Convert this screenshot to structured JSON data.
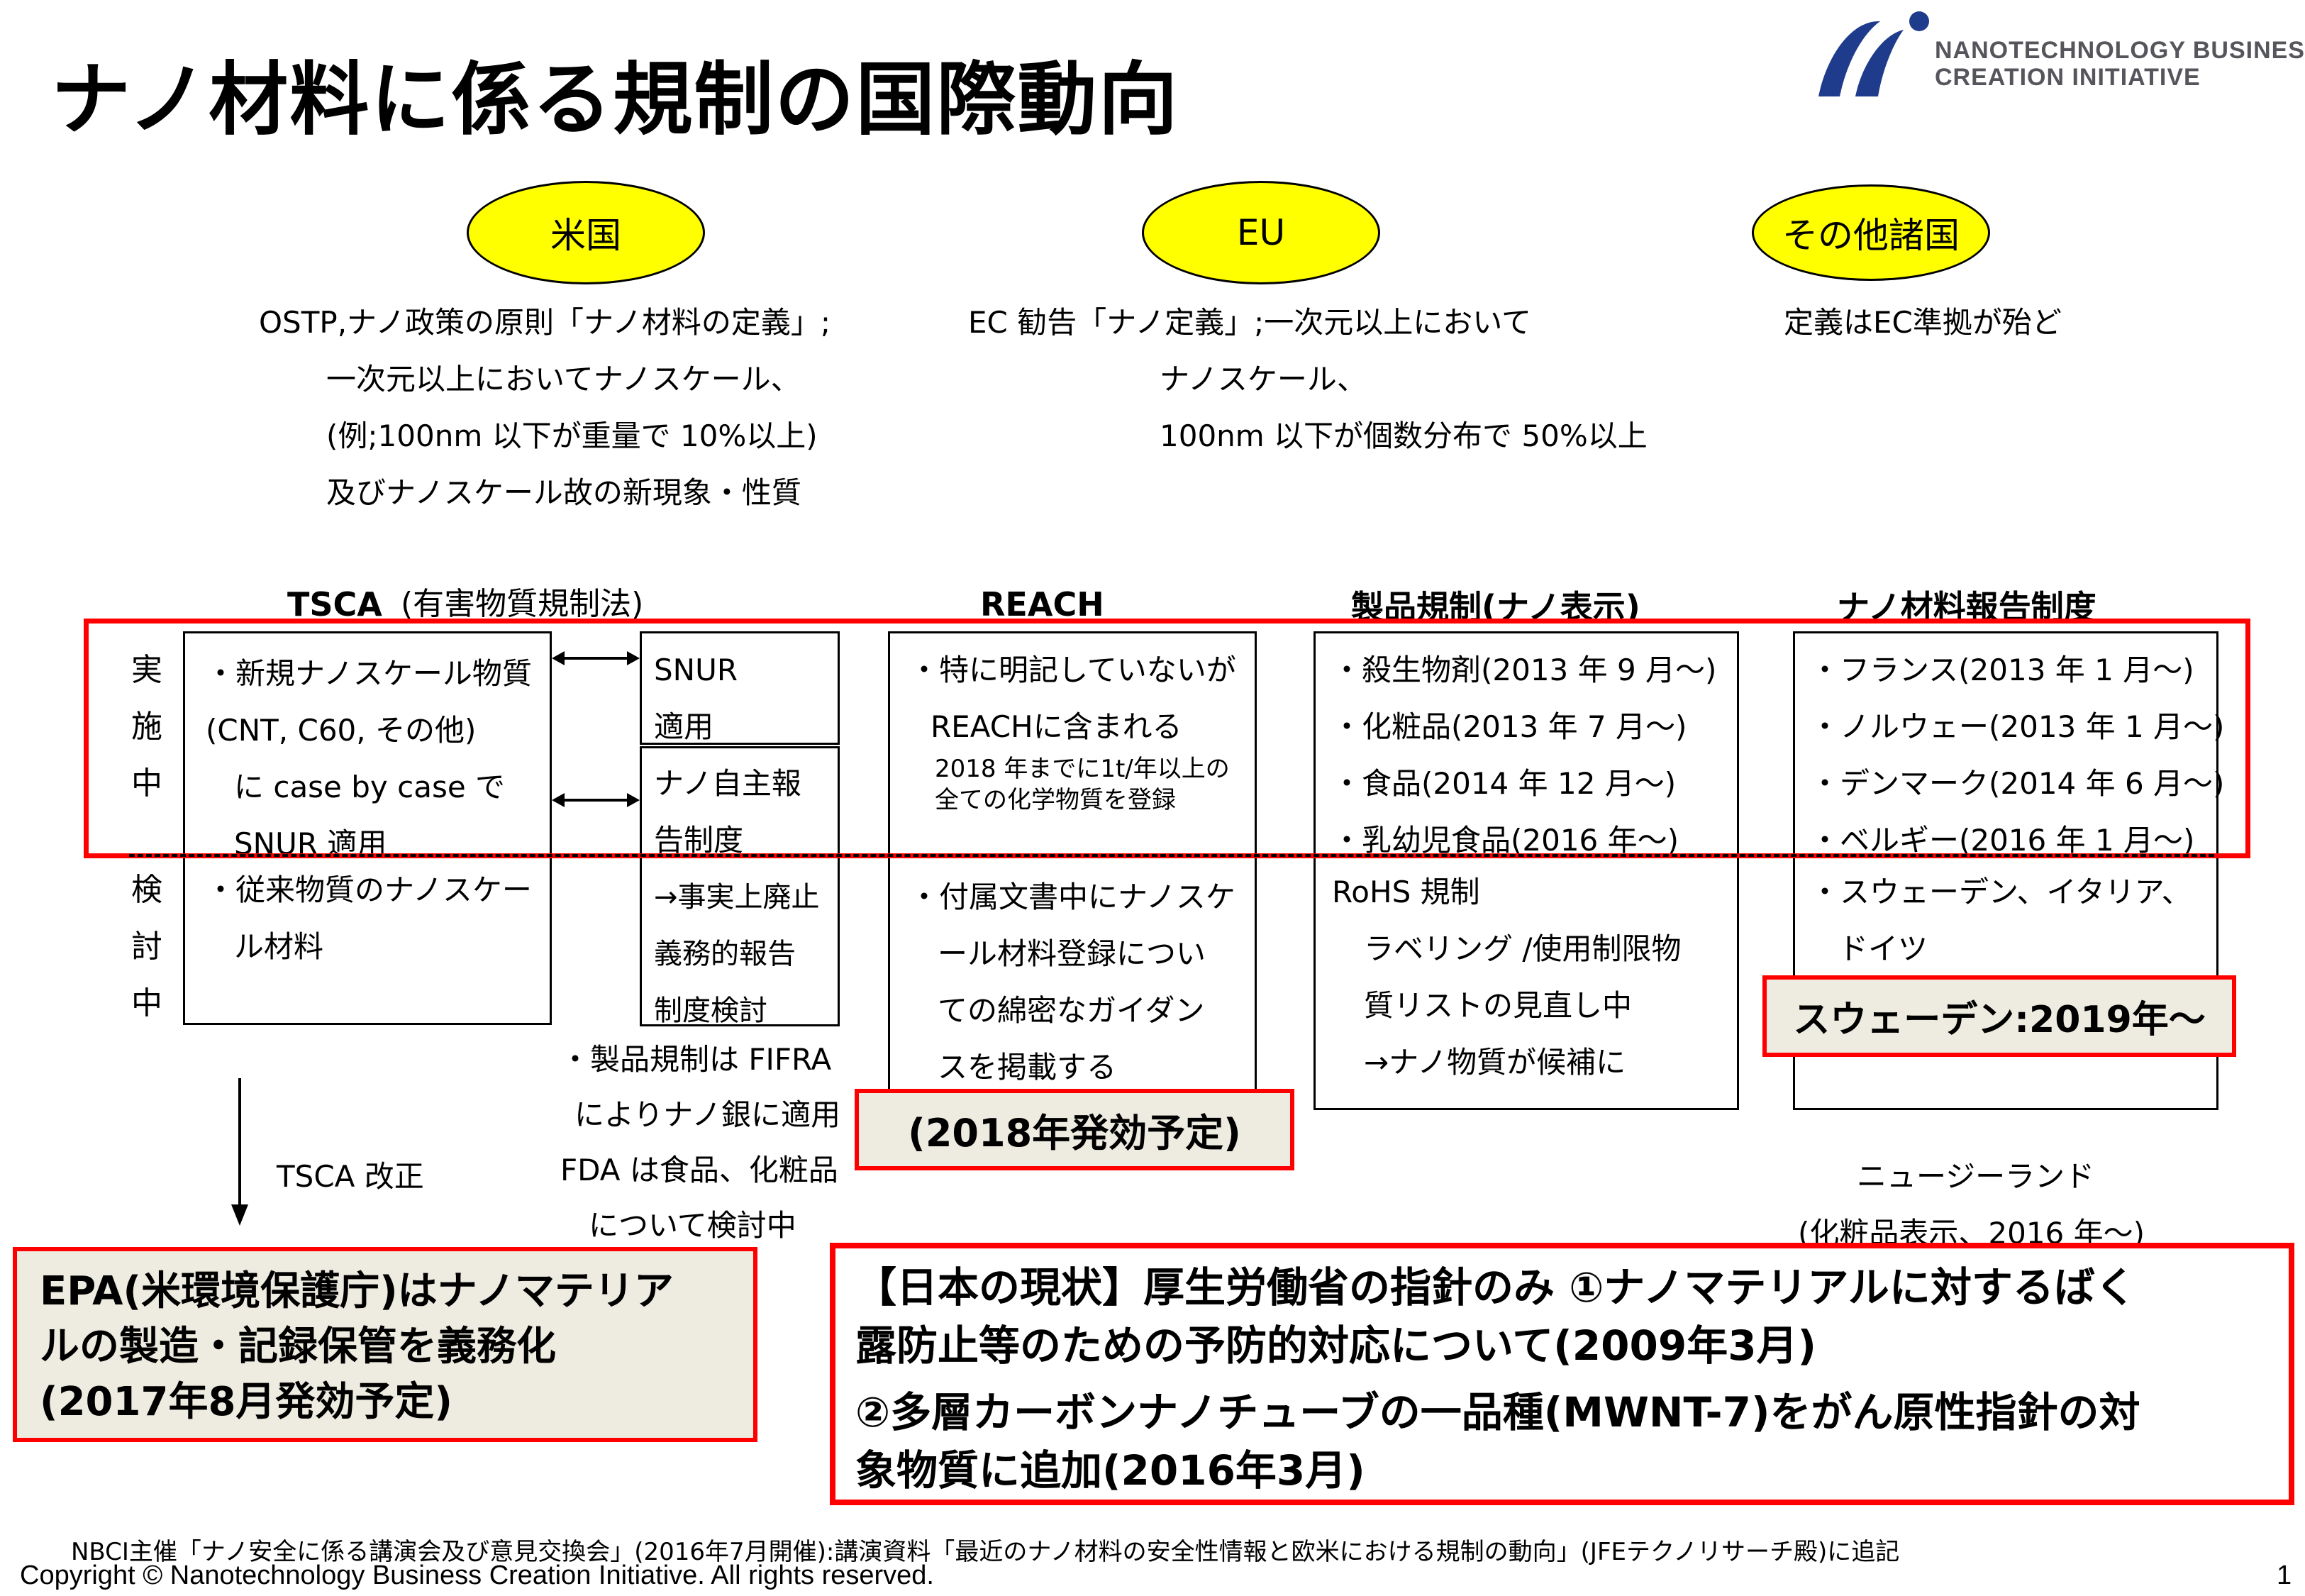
{
  "title": "ナノ材料に係る規制の国際動向",
  "logo": {
    "line1": "NANOTECHNOLOGY BUSINESS",
    "line2": "CREATION INITIATIVE",
    "color": "#1f3b8c"
  },
  "regions": {
    "us": "米国",
    "eu": "EU",
    "other": "その他諸国"
  },
  "definitions": {
    "us": [
      "OSTP,ナノ政策の原則「ナノ材料の定義」;",
      "一次元以上においてナノスケール、",
      "(例;100nm 以下が重量で 10%以上)",
      "及びナノスケール故の新現象・性質"
    ],
    "eu": [
      "EC 勧告「ナノ定義」;一次元以上において",
      "ナノスケール、",
      "100nm 以下が個数分布で 50%以上"
    ],
    "other": [
      "定義はEC準拠が殆ど"
    ]
  },
  "columns": {
    "tsca": "TSCA",
    "tsca_sub": "(有害物質規制法)",
    "reach": "REACH",
    "product": "製品規制(ナノ表示)",
    "report": "ナノ材料報告制度"
  },
  "status": {
    "active": [
      "実",
      "施",
      "中"
    ],
    "review": [
      "検",
      "討",
      "中"
    ]
  },
  "tsca": {
    "active": [
      "・新規ナノスケール物質",
      "(CNT, C60, その他)",
      "に case by case で",
      "SNUR 適用"
    ],
    "review": [
      "・従来物質のナノスケー",
      "ル材料"
    ],
    "snur": [
      "SNUR",
      "適用"
    ],
    "voluntary": [
      "ナノ自主報",
      "告制度"
    ],
    "abolish": [
      "→事実上廃止",
      "義務的報告",
      "制度検討"
    ],
    "fifra": [
      "・製品規制は FIFRA",
      "によりナノ銀に適用",
      "FDA は食品、化粧品",
      "について検討中"
    ],
    "amend": "TSCA 改正"
  },
  "reach": {
    "active": [
      "・特に明記していないが",
      "REACHに含まれる"
    ],
    "active_note": [
      "2018 年までに1t/年以上の",
      "全ての化学物質を登録"
    ],
    "review": [
      "・付属文書中にナノスケ",
      "ール材料登録につい",
      "ての綿密なガイダン",
      "スを掲載する"
    ],
    "callout": "(2018年発効予定)"
  },
  "product": {
    "active": [
      "・殺生物剤(2013 年 9 月～)",
      "・化粧品(2013 年 7 月～)",
      "・食品(2014 年 12 月～)",
      "・乳幼児食品(2016 年～)"
    ],
    "review": [
      "RoHS 規制",
      "ラベリング /使用制限物",
      "質リストの見直し中",
      "→ナノ物質が候補に"
    ]
  },
  "report": {
    "active": [
      "・フランス(2013 年 1 月～)",
      "・ノルウェー(2013 年 1 月～)",
      "・デンマーク(2014 年 6 月～)",
      "・ベルギー(2016 年 1 月～)"
    ],
    "review": [
      "・スウェーデン、イタリア、",
      "ドイツ"
    ],
    "callout": "スウェーデン:2019年～",
    "nz": [
      "ニュージーランド",
      "(化粧品表示、2016 年～)"
    ]
  },
  "epa": [
    "EPA(米環境保護庁)はナノマテリア",
    "ルの製造・記録保管を義務化",
    "(2017年8月発効予定)"
  ],
  "japan": [
    "【日本の現状】厚生労働省の指針のみ ①ナノマテリアルに対するばく",
    "露防止等のための予防的対応について(2009年3月)",
    "②多層カーボンナノチューブの一品種(MWNT-7)をがん原性指針の対",
    "象物質に追加(2016年3月)"
  ],
  "footer": {
    "source": "NBCI主催「ナノ安全に係る講演会及び意見交換会」(2016年7月開催):講演資料「最近のナノ材料の安全性情報と欧米における規制の動向」(JFEテクノリサーチ殿)に追記",
    "copyright": "Copyright © Nanotechnology Business Creation Initiative. All rights reserved.",
    "page": "1"
  }
}
